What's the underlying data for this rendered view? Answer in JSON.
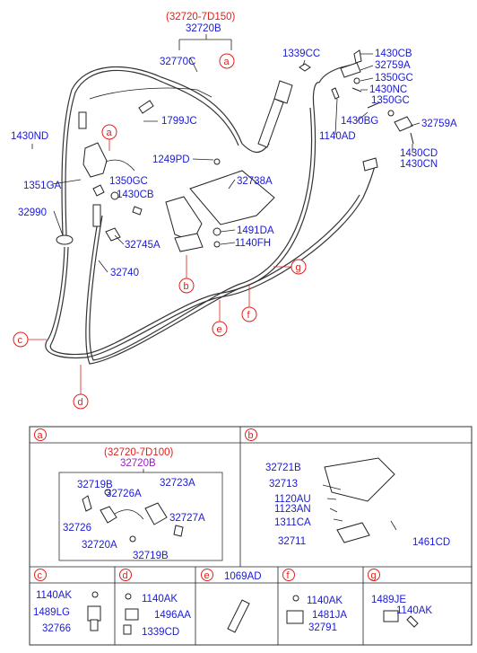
{
  "main": {
    "assembly_top_label": "(32720-7D150)",
    "assembly_label": "32720B",
    "parts": [
      {
        "id": "32770C"
      },
      {
        "id": "1799JC"
      },
      {
        "id": "1430ND"
      },
      {
        "id": "1351GA"
      },
      {
        "id": "1350GC"
      },
      {
        "id": "1430CB"
      },
      {
        "id": "32990"
      },
      {
        "id": "32745A"
      },
      {
        "id": "32740"
      },
      {
        "id": "1249PD"
      },
      {
        "id": "32738A"
      },
      {
        "id": "1491DA"
      },
      {
        "id": "1140FH"
      },
      {
        "id": "1339CC"
      },
      {
        "id": "1430CB"
      },
      {
        "id": "32759A"
      },
      {
        "id": "1350GC"
      },
      {
        "id": "1430NC"
      },
      {
        "id": "1140AD"
      },
      {
        "id": "1430BG"
      },
      {
        "id": "1350GC"
      },
      {
        "id": "32759A"
      },
      {
        "id": "1430CD"
      },
      {
        "id": "1430CN"
      }
    ],
    "callouts": [
      "a",
      "a",
      "b",
      "c",
      "d",
      "e",
      "f",
      "g"
    ]
  },
  "detail_a": {
    "header": "a",
    "assembly_top_label": "(32720-7D100)",
    "assembly_label": "32720B",
    "parts": [
      "32719B",
      "32726A",
      "32723A",
      "32726",
      "32727A",
      "32720A",
      "32719B"
    ]
  },
  "detail_b": {
    "header": "b",
    "parts": [
      "32721B",
      "32713",
      "1120AU",
      "1123AN",
      "1311CA",
      "32711",
      "1461CD"
    ]
  },
  "detail_c": {
    "header": "c",
    "parts": [
      "1140AK",
      "1489LG",
      "32766"
    ]
  },
  "detail_d": {
    "header": "d",
    "parts": [
      "1140AK",
      "1496AA",
      "1339CD"
    ]
  },
  "detail_e": {
    "header": "e",
    "parts": [
      "1069AD"
    ]
  },
  "detail_f": {
    "header": "f",
    "parts": [
      "1140AK",
      "1481JA",
      "32791"
    ]
  },
  "detail_g": {
    "header": "g",
    "parts": [
      "1489JE",
      "1140AK"
    ]
  },
  "colors": {
    "part_number": "#1a1ad6",
    "callout": "#e0201c",
    "assembly": "#9c1cc8"
  }
}
